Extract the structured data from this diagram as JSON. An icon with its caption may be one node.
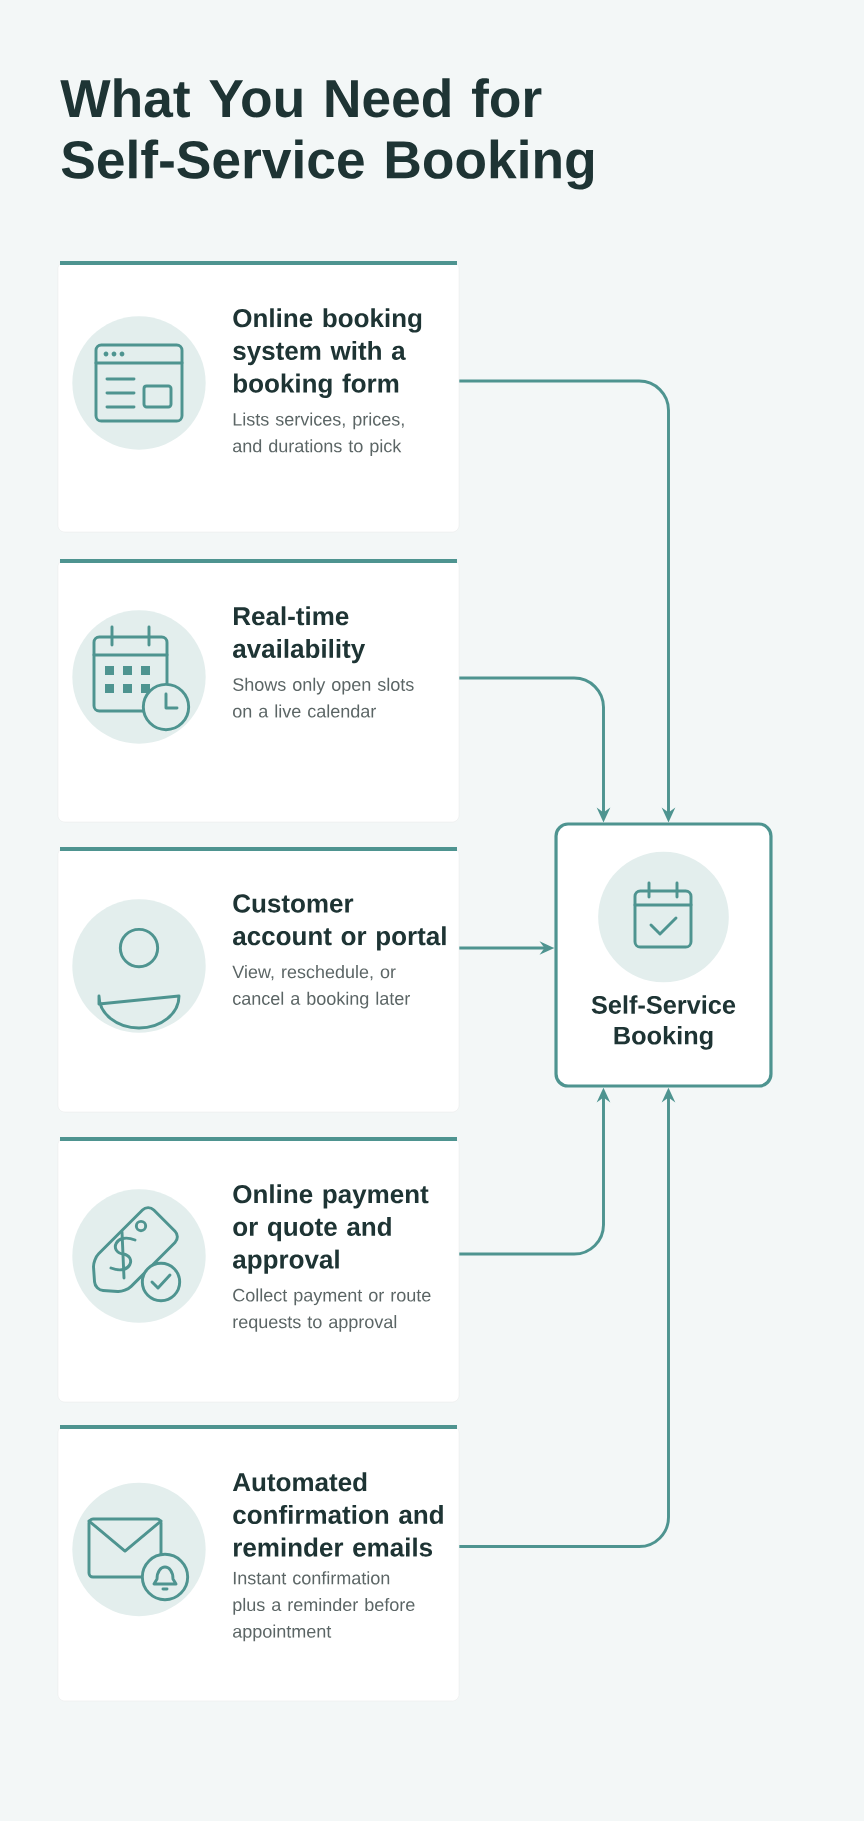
{
  "diagram": {
    "title": "What You Need for Self-Service Booking",
    "nodes": [
      {
        "text": [
          "Online booking system with a booking form",
          "Lists services, prices, and durations to pick"
        ]
      },
      {
        "text": [
          "Real-time availability",
          "Shows only open slots on a live calendar"
        ]
      },
      {
        "text": [
          "Customer account or portal",
          "View, reschedule, or cancel a booking later"
        ]
      },
      {
        "text": [
          "Online payment or quote and approval",
          "Collect payment or route requests to approval"
        ]
      },
      {
        "text": [
          "Automated confirmation and reminder emails",
          "Instant confirmation plus a reminder before appointment"
        ]
      },
      {
        "text": [
          "Self-Service Booking"
        ]
      }
    ],
    "edges": [
      {
        "from": 0,
        "to": 5,
        "arrow": "to"
      },
      {
        "from": 1,
        "to": 5,
        "arrow": "to"
      },
      {
        "from": 2,
        "to": 5,
        "arrow": "to"
      },
      {
        "from": 3,
        "to": 5,
        "arrow": "to"
      },
      {
        "from": 4,
        "to": 5,
        "arrow": "to"
      }
    ]
  }
}
